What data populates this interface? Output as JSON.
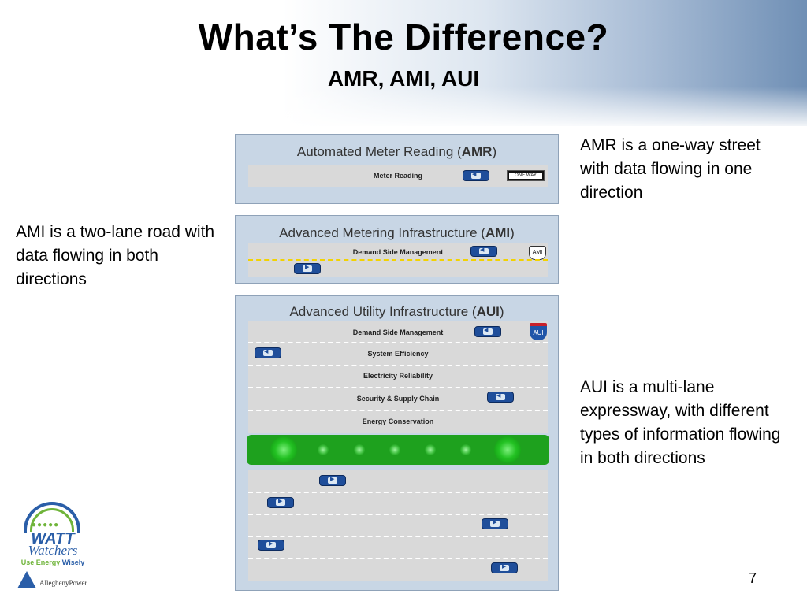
{
  "slide": {
    "title": "What’s The Difference?",
    "subtitle": "AMR, AMI, AUI",
    "page_number": "7"
  },
  "captions": {
    "amr": "AMR is a one-way street with data flowing in one direction",
    "ami": "AMI is a two-lane road with data flowing in both directions",
    "aui": "AUI is a multi-lane expressway, with different types of information flowing in both directions"
  },
  "diagram": {
    "amr": {
      "title_pre": "Automated Meter Reading (",
      "title_bold": "AMR",
      "title_post": ")",
      "lane_label": "Meter Reading",
      "sign": "ONE WAY"
    },
    "ami": {
      "title_pre": "Advanced Metering Infrastructure (",
      "title_bold": "AMI",
      "title_post": ")",
      "lane_label": "Demand Side Management",
      "sign": "AMI"
    },
    "aui": {
      "title_pre": "Advanced Utility Infrastructure (",
      "title_bold": "AUI",
      "title_post": ")",
      "lanes": [
        "Demand Side Management",
        "System Efficiency",
        "Electricity Reliability",
        "Security & Supply Chain",
        "Energy Conservation"
      ],
      "sign": "AUI"
    }
  },
  "logo": {
    "line1": "WATT",
    "line2": "Watchers",
    "tagline_pre": "Use Energy ",
    "tagline_bold": "Wisely",
    "company": "AlleghenyPower"
  },
  "colors": {
    "car": "#1f4e9a",
    "road": "#d9d9d9",
    "panel": "#c8d6e5",
    "median": "#1ea11e",
    "lane_divider_center": "#f2d200",
    "logo_blue": "#2a5ea8",
    "logo_green": "#6fb43a"
  }
}
